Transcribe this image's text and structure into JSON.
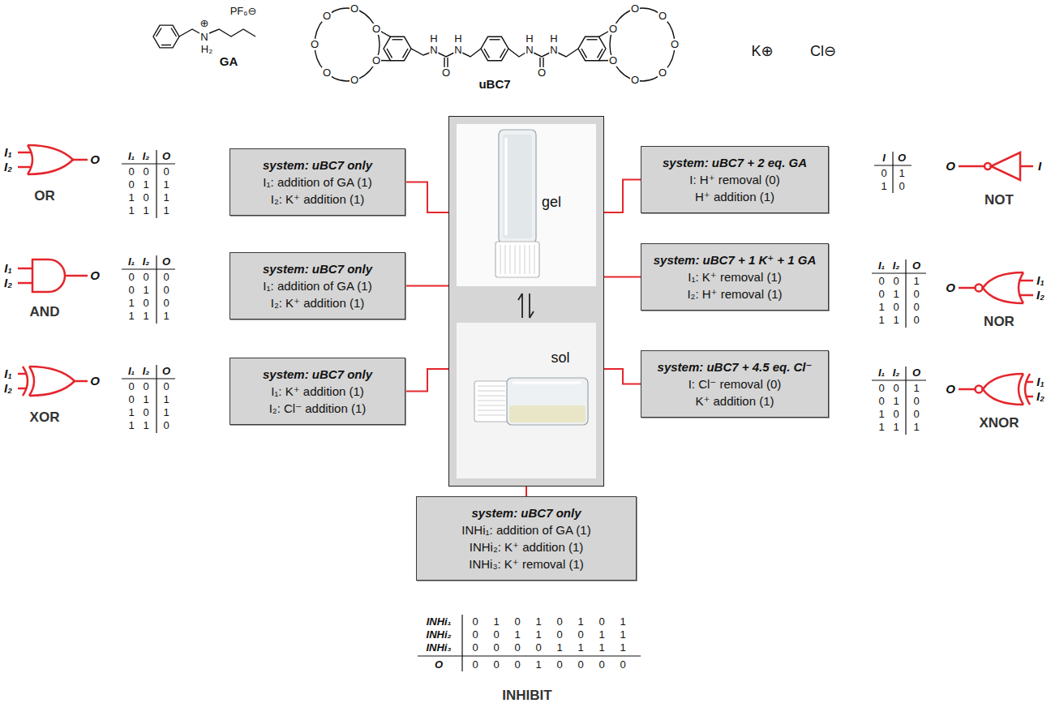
{
  "diagram": {
    "nodes": [
      {
        "text": [
          "gel",
          "sol"
        ]
      },
      {
        "text": [
          "system: uBC7 only",
          "I₁: addition of GA (1)",
          "I₂: K⁺ addition (1)"
        ]
      },
      {
        "text": [
          "system: uBC7 only",
          "I₁: addition of GA (1)",
          "I₂: K⁺ addition (1)"
        ]
      },
      {
        "text": [
          "system: uBC7 only",
          "I₁: K⁺ addition (1)",
          "I₂: Cl⁻ addition (1)"
        ]
      },
      {
        "text": [
          "system: uBC7 + 2 eq. GA",
          "I: H⁺ removal (0)",
          "H⁺ addition (1)"
        ]
      },
      {
        "text": [
          "system: uBC7 + 1 K⁺ + 1 GA",
          "I₁: K⁺ removal (1)",
          "I₂: H⁺ removal (1)"
        ]
      },
      {
        "text": [
          "system: uBC7 + 4.5 eq. Cl⁻",
          "I: Cl⁻ removal (0)",
          "K⁺ addition (1)"
        ]
      },
      {
        "text": [
          "system: uBC7 only",
          "INHi₁: addition of GA (1)",
          "INHi₂: K⁺ addition (1)",
          "INHi₃: K⁺ removal (1)"
        ]
      }
    ],
    "edges": [
      {
        "from": 1,
        "to": 0,
        "arrow": "none"
      },
      {
        "from": 2,
        "to": 0,
        "arrow": "none"
      },
      {
        "from": 3,
        "to": 0,
        "arrow": "none"
      },
      {
        "from": 4,
        "to": 0,
        "arrow": "none"
      },
      {
        "from": 5,
        "to": 0,
        "arrow": "none"
      },
      {
        "from": 6,
        "to": 0,
        "arrow": "none"
      },
      {
        "from": 7,
        "to": 0,
        "arrow": "none"
      }
    ],
    "labels": [
      "PF₆⊖",
      "⊕",
      "N",
      "H₂",
      "GA",
      "O",
      "O",
      "O",
      "O",
      "O",
      "O",
      "O",
      "H",
      "N",
      "O",
      "H",
      "N",
      "H",
      "N",
      "O",
      "H",
      "N",
      "O",
      "O",
      "O",
      "O",
      "O",
      "O",
      "O",
      "uBC7",
      "K⊕",
      "Cl⊖",
      "I₁",
      "I₂",
      "O",
      "OR",
      "I₁",
      "I₂",
      "O",
      "0",
      "0",
      "0",
      "0",
      "1",
      "1",
      "1",
      "0",
      "1",
      "1",
      "1",
      "1",
      "I₁",
      "I₂",
      "O",
      "AND",
      "I₁",
      "I₂",
      "O",
      "0",
      "0",
      "0",
      "0",
      "1",
      "0",
      "1",
      "0",
      "0",
      "1",
      "1",
      "1",
      "I₁",
      "I₂",
      "O",
      "XOR",
      "I₁",
      "I₂",
      "O",
      "0",
      "0",
      "0",
      "0",
      "1",
      "1",
      "1",
      "0",
      "1",
      "1",
      "1",
      "0",
      "I",
      "O",
      "0",
      "1",
      "1",
      "0",
      "O",
      "I",
      "NOT",
      "I₁",
      "I₂",
      "O",
      "0",
      "0",
      "1",
      "0",
      "1",
      "0",
      "1",
      "0",
      "0",
      "1",
      "1",
      "0",
      "O",
      "I₁",
      "I₂",
      "NOR",
      "I₁",
      "I₂",
      "O",
      "0",
      "0",
      "1",
      "0",
      "1",
      "0",
      "1",
      "0",
      "0",
      "1",
      "1",
      "1",
      "O",
      "I₁",
      "I₂",
      "XNOR",
      "INHi₁",
      "0",
      "1",
      "0",
      "1",
      "0",
      "1",
      "0",
      "1",
      "INHi₂",
      "0",
      "0",
      "1",
      "1",
      "0",
      "0",
      "1",
      "1",
      "INHi₃",
      "0",
      "0",
      "0",
      "0",
      "1",
      "1",
      "1",
      "1",
      "O",
      "0",
      "0",
      "0",
      "1",
      "0",
      "0",
      "0",
      "0",
      "INHIBIT"
    ]
  }
}
